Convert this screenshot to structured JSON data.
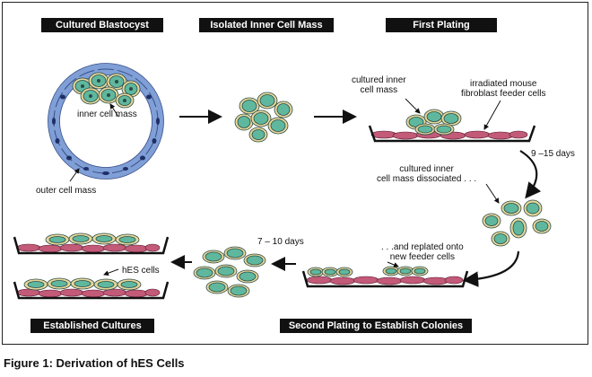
{
  "headers": {
    "blastocyst": "Cultured Blastocyst",
    "icm": "Isolated Inner Cell Mass",
    "first": "First Plating",
    "established": "Established Cultures",
    "second": "Second Plating to Establish Colonies"
  },
  "labels": {
    "inner_cell_mass": "inner cell mass",
    "outer_cell_mass": "outer cell mass",
    "cultured_icm_1": "cultured inner",
    "cultured_icm_2": "cell mass",
    "irradiated_1": "irradiated mouse",
    "irradiated_2": "fibroblast feeder cells",
    "days_9_15": "9 –15 days",
    "dissociated_1": "cultured inner",
    "dissociated_2": "cell mass dissociated . . .",
    "replated_1": ". . .and replated onto",
    "replated_2": "new feeder cells",
    "days_7_10": "7 – 10 days",
    "hes_cells": "hES cells"
  },
  "caption": "Figure 1:  Derivation of hES Cells",
  "colors": {
    "blastocyst_blue": "#7f9fd6",
    "cell_green": "#5fb89e",
    "cell_yellow": "#e6d79a",
    "feeder_pink": "#c25a78",
    "dish_black": "#111111"
  }
}
